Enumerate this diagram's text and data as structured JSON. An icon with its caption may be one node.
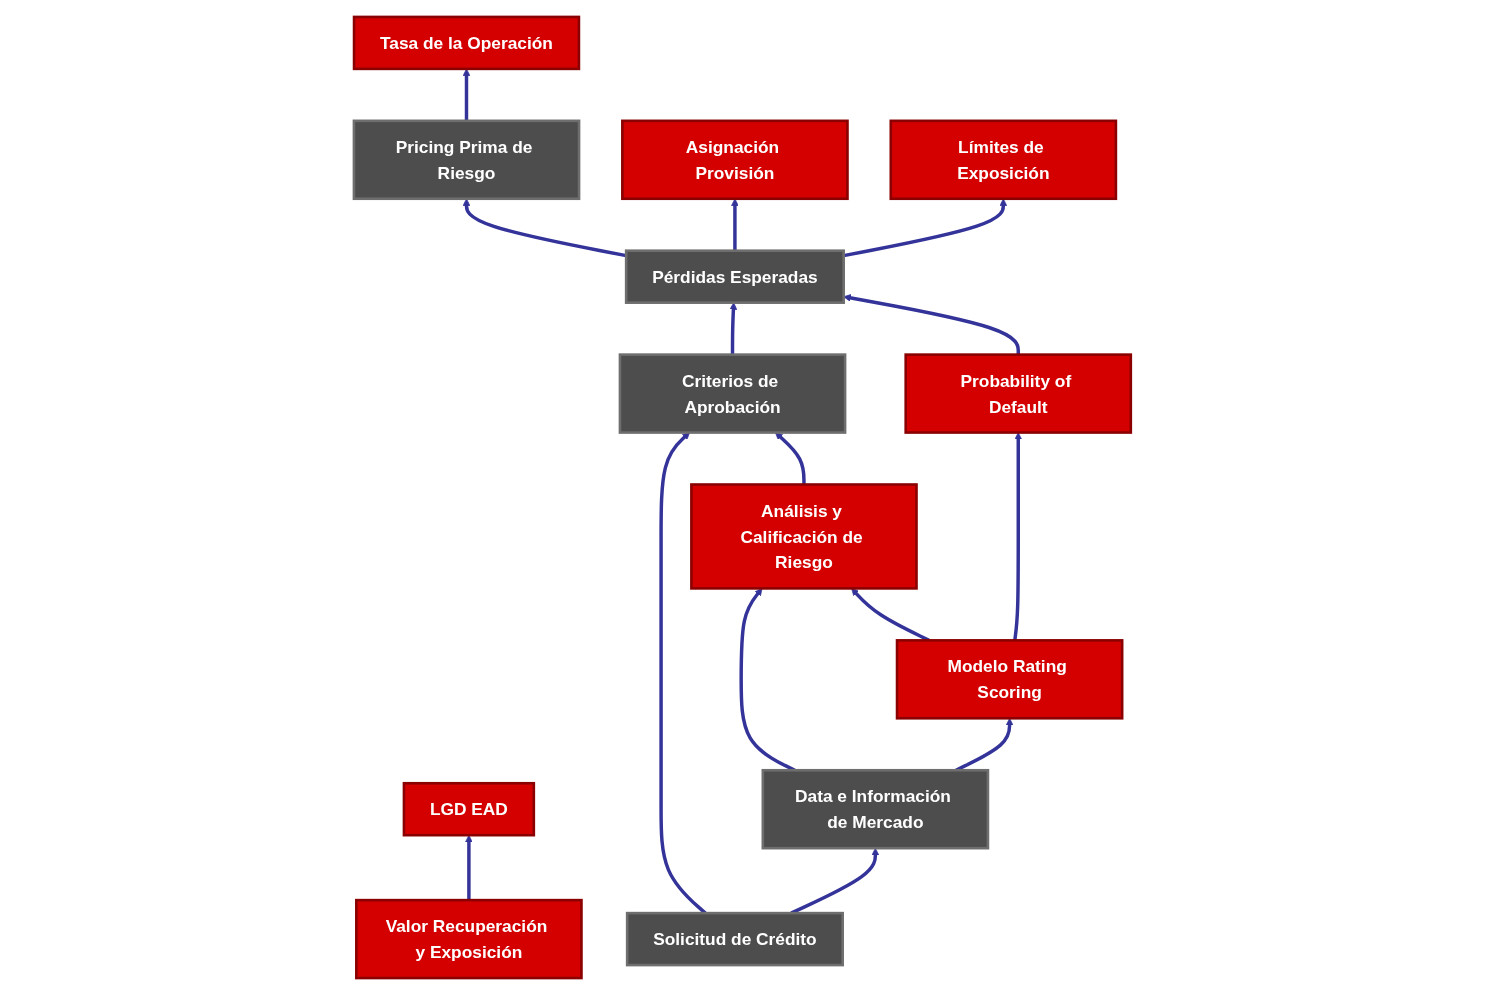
{
  "diagram": {
    "nodes": [
      {
        "text": [
          "Solicitud de Crédito"
        ]
      },
      {
        "text": [
          "Criterios de Aprobación"
        ]
      },
      {
        "text": [
          "Pérdidas Esperadas"
        ]
      },
      {
        "text": [
          "Pricing Prima de Riesgo"
        ]
      },
      {
        "text": [
          "Asignación Provisión"
        ]
      },
      {
        "text": [
          "Límites de Exposición"
        ]
      },
      {
        "text": [
          "Tasa de la Operación"
        ]
      },
      {
        "text": [
          "Análisis y Calificación de Riesgo"
        ]
      },
      {
        "text": [
          "Probability of Default"
        ]
      },
      {
        "text": [
          "LGD EAD"
        ]
      },
      {
        "text": [
          "Data e Información de Mercado"
        ]
      },
      {
        "text": [
          "Modelo Rating Scoring"
        ]
      },
      {
        "text": [
          "Valor Recuperación y Exposición"
        ]
      }
    ],
    "edges": [
      {
        "from": 0,
        "to": 1,
        "arrow": "to"
      },
      {
        "from": 1,
        "to": 2,
        "arrow": "to"
      },
      {
        "from": 2,
        "to": 3,
        "arrow": "to"
      },
      {
        "from": 2,
        "to": 4,
        "arrow": "to"
      },
      {
        "from": 2,
        "to": 5,
        "arrow": "to"
      },
      {
        "from": 3,
        "to": 6,
        "arrow": "to"
      },
      {
        "from": 7,
        "to": 1,
        "arrow": "to"
      },
      {
        "from": 8,
        "to": 2,
        "arrow": "to"
      },
      {
        "from": 12,
        "to": 9,
        "arrow": "to"
      },
      {
        "from": 0,
        "to": 10,
        "arrow": "to"
      },
      {
        "from": 10,
        "to": 7,
        "arrow": "to"
      },
      {
        "from": 10,
        "to": 11,
        "arrow": "to"
      },
      {
        "from": 11,
        "to": 7,
        "arrow": "to"
      },
      {
        "from": 11,
        "to": 8,
        "arrow": "to"
      }
    ]
  }
}
